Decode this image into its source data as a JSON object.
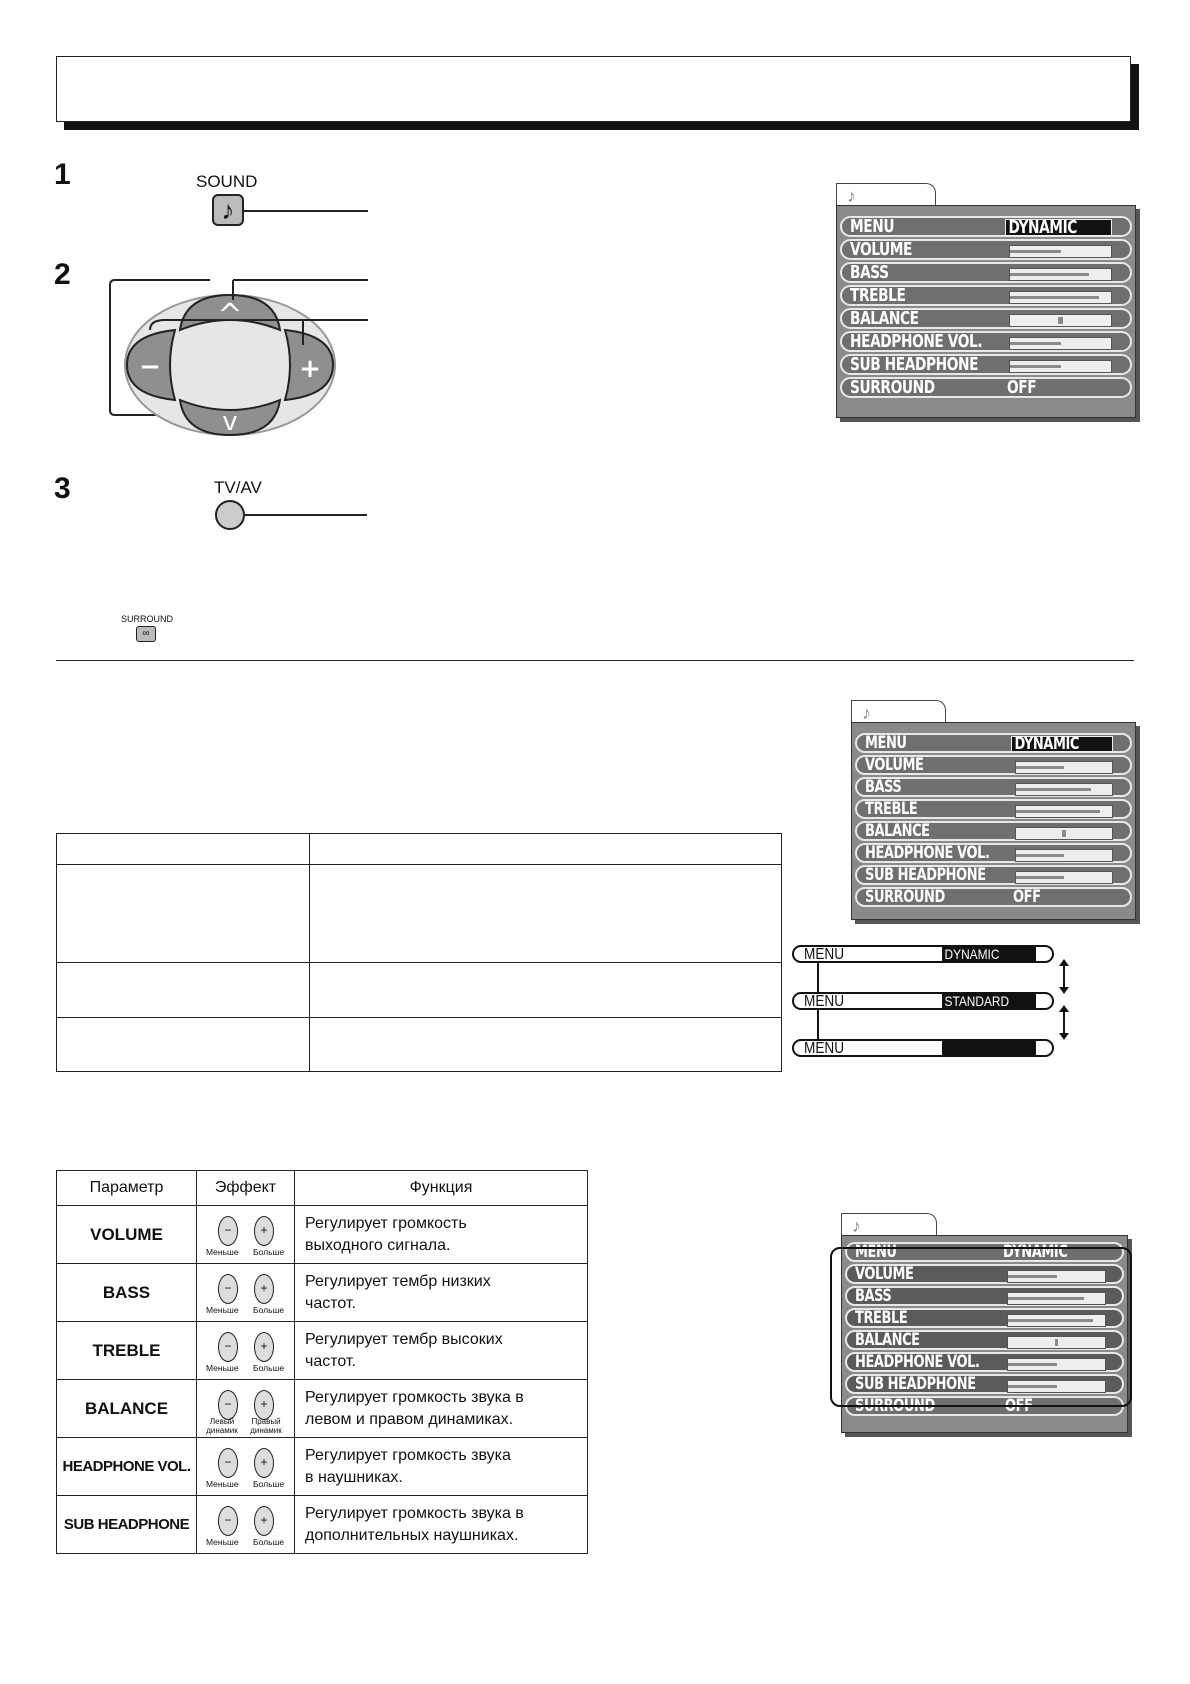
{
  "steps": {
    "one": "1",
    "two": "2",
    "three": "3"
  },
  "remote": {
    "sound_label": "SOUND",
    "tvav_label": "TV/AV",
    "surround_label": "SURROUND",
    "minus": "−",
    "plus": "+"
  },
  "osd_menu": {
    "rows": [
      {
        "name": "MENU",
        "value": "DYNAMIC",
        "type": "select"
      },
      {
        "name": "VOLUME",
        "level": 0.5,
        "type": "bar"
      },
      {
        "name": "BASS",
        "level": 0.78,
        "type": "bar"
      },
      {
        "name": "TREBLE",
        "level": 0.88,
        "type": "bar"
      },
      {
        "name": "BALANCE",
        "level": 0.5,
        "type": "balance"
      },
      {
        "name": "HEADPHONE VOL.",
        "level": 0.5,
        "type": "bar"
      },
      {
        "name": "SUB HEADPHONE",
        "level": 0.5,
        "type": "bar"
      },
      {
        "name": "SURROUND",
        "value": "OFF",
        "type": "text"
      }
    ]
  },
  "modes": [
    {
      "name": "MENU",
      "value": "DYNAMIC"
    },
    {
      "name": "MENU",
      "value": "STANDARD"
    },
    {
      "name": "MENU",
      "value": ""
    }
  ],
  "param_table": {
    "headers": {
      "param": "Параметр",
      "effect": "Эффект",
      "function": "Функция"
    },
    "rows": [
      {
        "param": "VOLUME",
        "left": "Меньше",
        "right": "Больше",
        "line1": "Регулирует громкость",
        "line2": "выходного сигнала."
      },
      {
        "param": "BASS",
        "left": "Меньше",
        "right": "Больше",
        "line1": "Регулирует тембр низких",
        "line2": "частот."
      },
      {
        "param": "TREBLE",
        "left": "Меньше",
        "right": "Больше",
        "line1": "Регулирует тембр высоких",
        "line2": "частот."
      },
      {
        "param": "BALANCE",
        "left": "Левый динамик",
        "right": "Правый динамик",
        "line1": "Регулирует громкость звука в",
        "line2": "левом и правом динамиках."
      },
      {
        "param": "HEADPHONE VOL.",
        "left": "Меньше",
        "right": "Больше",
        "line1": "Регулирует громкость звука",
        "line2": "в наушниках."
      },
      {
        "param": "SUB HEADPHONE",
        "left": "Меньше",
        "right": "Больше",
        "line1": "Регулирует громкость звука в",
        "line2": "дополнительных наушниках."
      }
    ]
  }
}
